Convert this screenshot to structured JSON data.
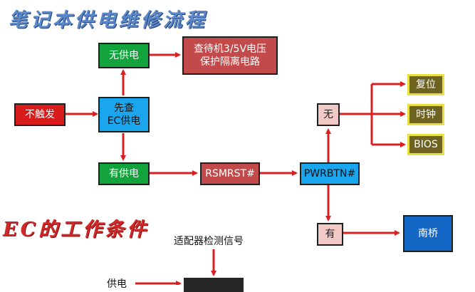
{
  "titles": {
    "main": "笔记本供电维修流程",
    "ec_conditions": "EC的工作条件"
  },
  "nodes": {
    "no_power": "无供电",
    "check_standby": "查待机3/5V电压\n保护隔离电路",
    "no_trigger": "不触发",
    "check_ec": "先查\nEC供电",
    "has_power": "有供电",
    "rsmrst": "RSMRST#",
    "pwrbtn": "PWRBTN#",
    "none": "无",
    "reset": "复位",
    "clock": "时钟",
    "bios": "BIOS",
    "yes": "有",
    "southbridge": "南桥"
  },
  "ec_section": {
    "adapter_signal": "适配器检测信号",
    "power_supply": "供电"
  },
  "colors": {
    "arrow": "#d82020",
    "green_box": "#12a33c",
    "blue_box": "#19a6ee",
    "pink_box": "#f2c9c4",
    "olive_box": "#6e6220",
    "navy_box": "#1366c4"
  }
}
